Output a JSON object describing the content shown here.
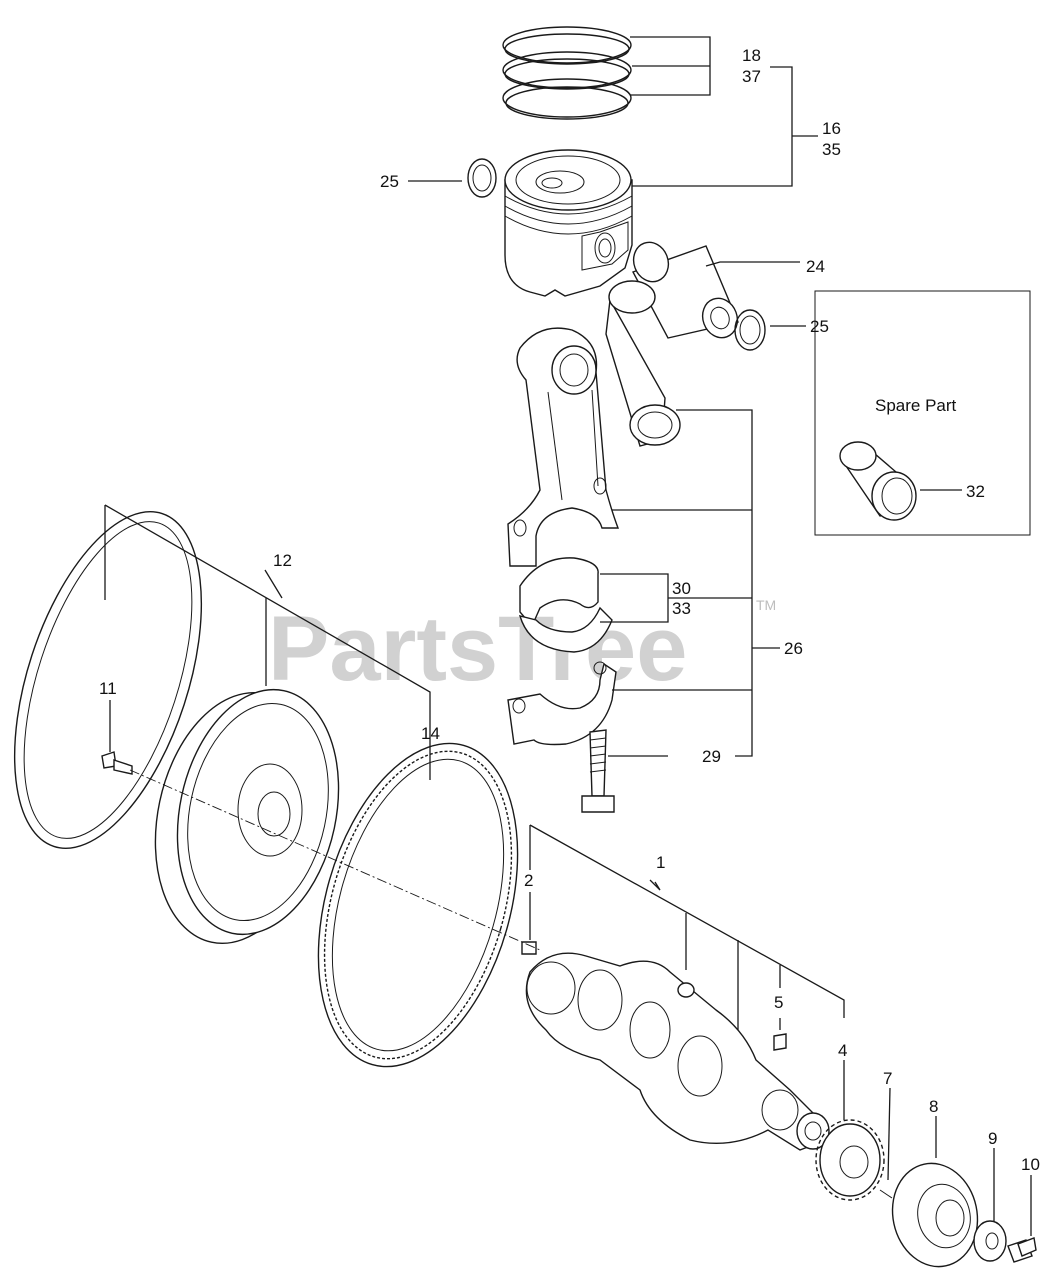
{
  "watermark": {
    "text": "PartsTree",
    "tm": "TM"
  },
  "spare_box": {
    "title": "Spare Part",
    "callout": "32"
  },
  "callouts": {
    "c1": "1",
    "c2": "2",
    "c4": "4",
    "c5": "5",
    "c7": "7",
    "c8": "8",
    "c9": "9",
    "c10": "10",
    "c11": "11",
    "c12": "12",
    "c14": "14",
    "c16": "16",
    "c35": "35",
    "c18": "18",
    "c37": "37",
    "c24": "24",
    "c25a": "25",
    "c25b": "25",
    "c26": "26",
    "c29": "29",
    "c30": "30",
    "c33": "33"
  }
}
